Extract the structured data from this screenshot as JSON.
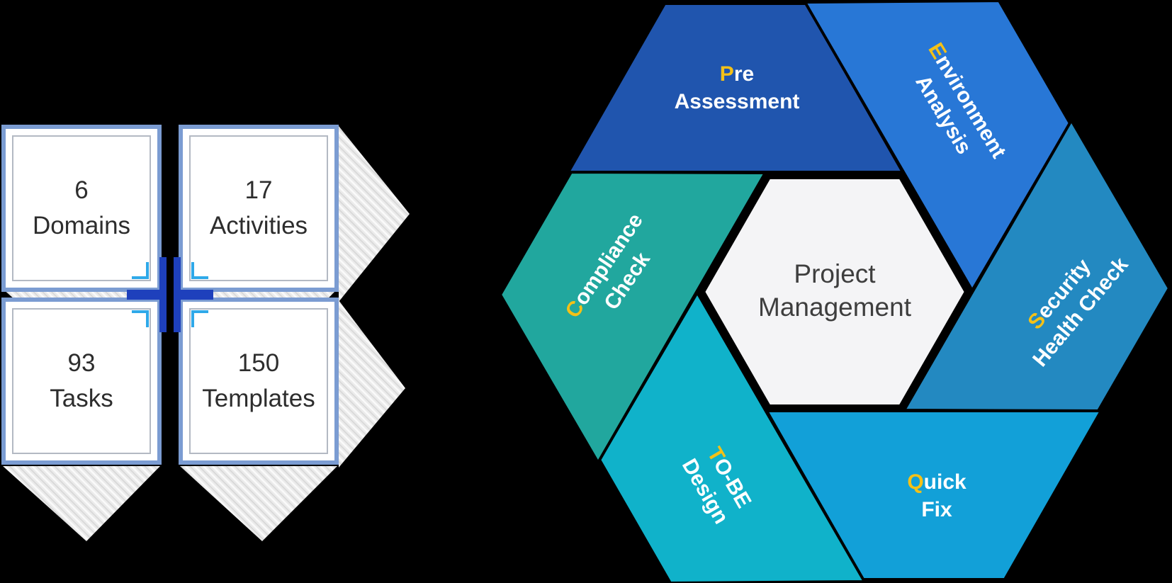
{
  "canvas": {
    "background": "#000000"
  },
  "stats": {
    "frame_color": "#7B9CD2",
    "bracket_color": "#1E40BC",
    "bracket_accent_color": "#2FA9E9",
    "boxes": [
      {
        "value": "6",
        "label": "Domains"
      },
      {
        "value": "17",
        "label": "Activities"
      },
      {
        "value": "93",
        "label": "Tasks"
      },
      {
        "value": "150",
        "label": "Templates"
      }
    ]
  },
  "hexagon": {
    "accent_color": "#F4C117",
    "center_bg": "#F4F4F6",
    "center_label": {
      "line1": "Project",
      "line2": "Management"
    },
    "segments": [
      {
        "name": "pre-assessment",
        "line1_first": "P",
        "line1_rest": "re",
        "line2": "Assessment",
        "color": "#2055AE"
      },
      {
        "name": "environment-analysis",
        "line1_first": "E",
        "line1_rest": "nvironment",
        "line2": "Analysis",
        "color": "#2877D6"
      },
      {
        "name": "security-health-check",
        "line1_first": "S",
        "line1_rest": "ecurity",
        "line2": "Health Check",
        "color": "#2389C1"
      },
      {
        "name": "quick-fix",
        "line1_first": "Q",
        "line1_rest": "uick",
        "line2": "Fix",
        "color": "#12A0D8"
      },
      {
        "name": "to-be-design",
        "line1_first": "T",
        "line1_rest": "O-BE",
        "line2": "Design",
        "color": "#10B2CA"
      },
      {
        "name": "compliance-check",
        "line1_first": "C",
        "line1_rest": "ompliance",
        "line2": "Check",
        "color": "#21A79E"
      }
    ]
  }
}
